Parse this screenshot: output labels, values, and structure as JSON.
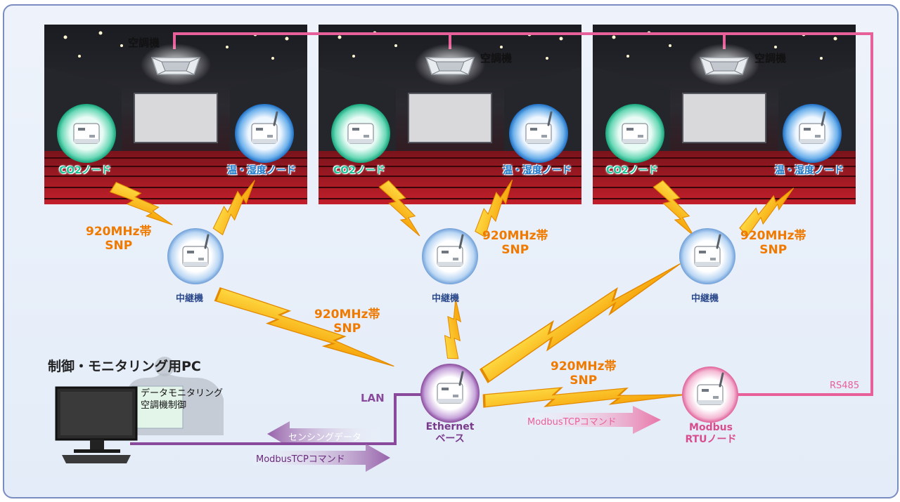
{
  "labels": {
    "aircon": "空調機",
    "co2_node": "CO2ノード",
    "temp_humidity_node": "温・湿度ノード",
    "band": "920MHz帯",
    "snp": "SNP",
    "relay": "中継機",
    "pc_title": "制御・モニタリング用PC",
    "pc_screen_line1": "データモニタリング",
    "pc_screen_line2": "空調機制御",
    "lan": "LAN",
    "ethernet_line1": "Ethernet",
    "ethernet_line2": "ベース",
    "modbus_line1": "Modbus",
    "modbus_line2": "RTUノード",
    "rs485": "RS485",
    "sensing_data": "センシングデータ",
    "modbus_tcp_cmd": "ModbusTCPコマンド"
  },
  "colors": {
    "frame_border": "#7a8cc0",
    "rs485_line": "#e8609a",
    "lan_line": "#8a4a9c",
    "band_text": "#f07a00",
    "co2_text": "#21c49a",
    "th_text": "#1c77c9",
    "relay_text": "#2c4a8c",
    "lightning": "#f5a800"
  },
  "icons": {
    "aircon": "ceiling-cassette-aircon-icon",
    "co2_device": "co2-sensor-device-icon",
    "th_device": "temp-humidity-sensor-device-icon",
    "relay_device": "relay-device-icon",
    "ethernet_device": "ethernet-base-device-icon",
    "modbus_device": "modbus-rtu-node-icon",
    "pc": "desktop-pc-icon",
    "lightning": "lightning-bolt-icon"
  }
}
